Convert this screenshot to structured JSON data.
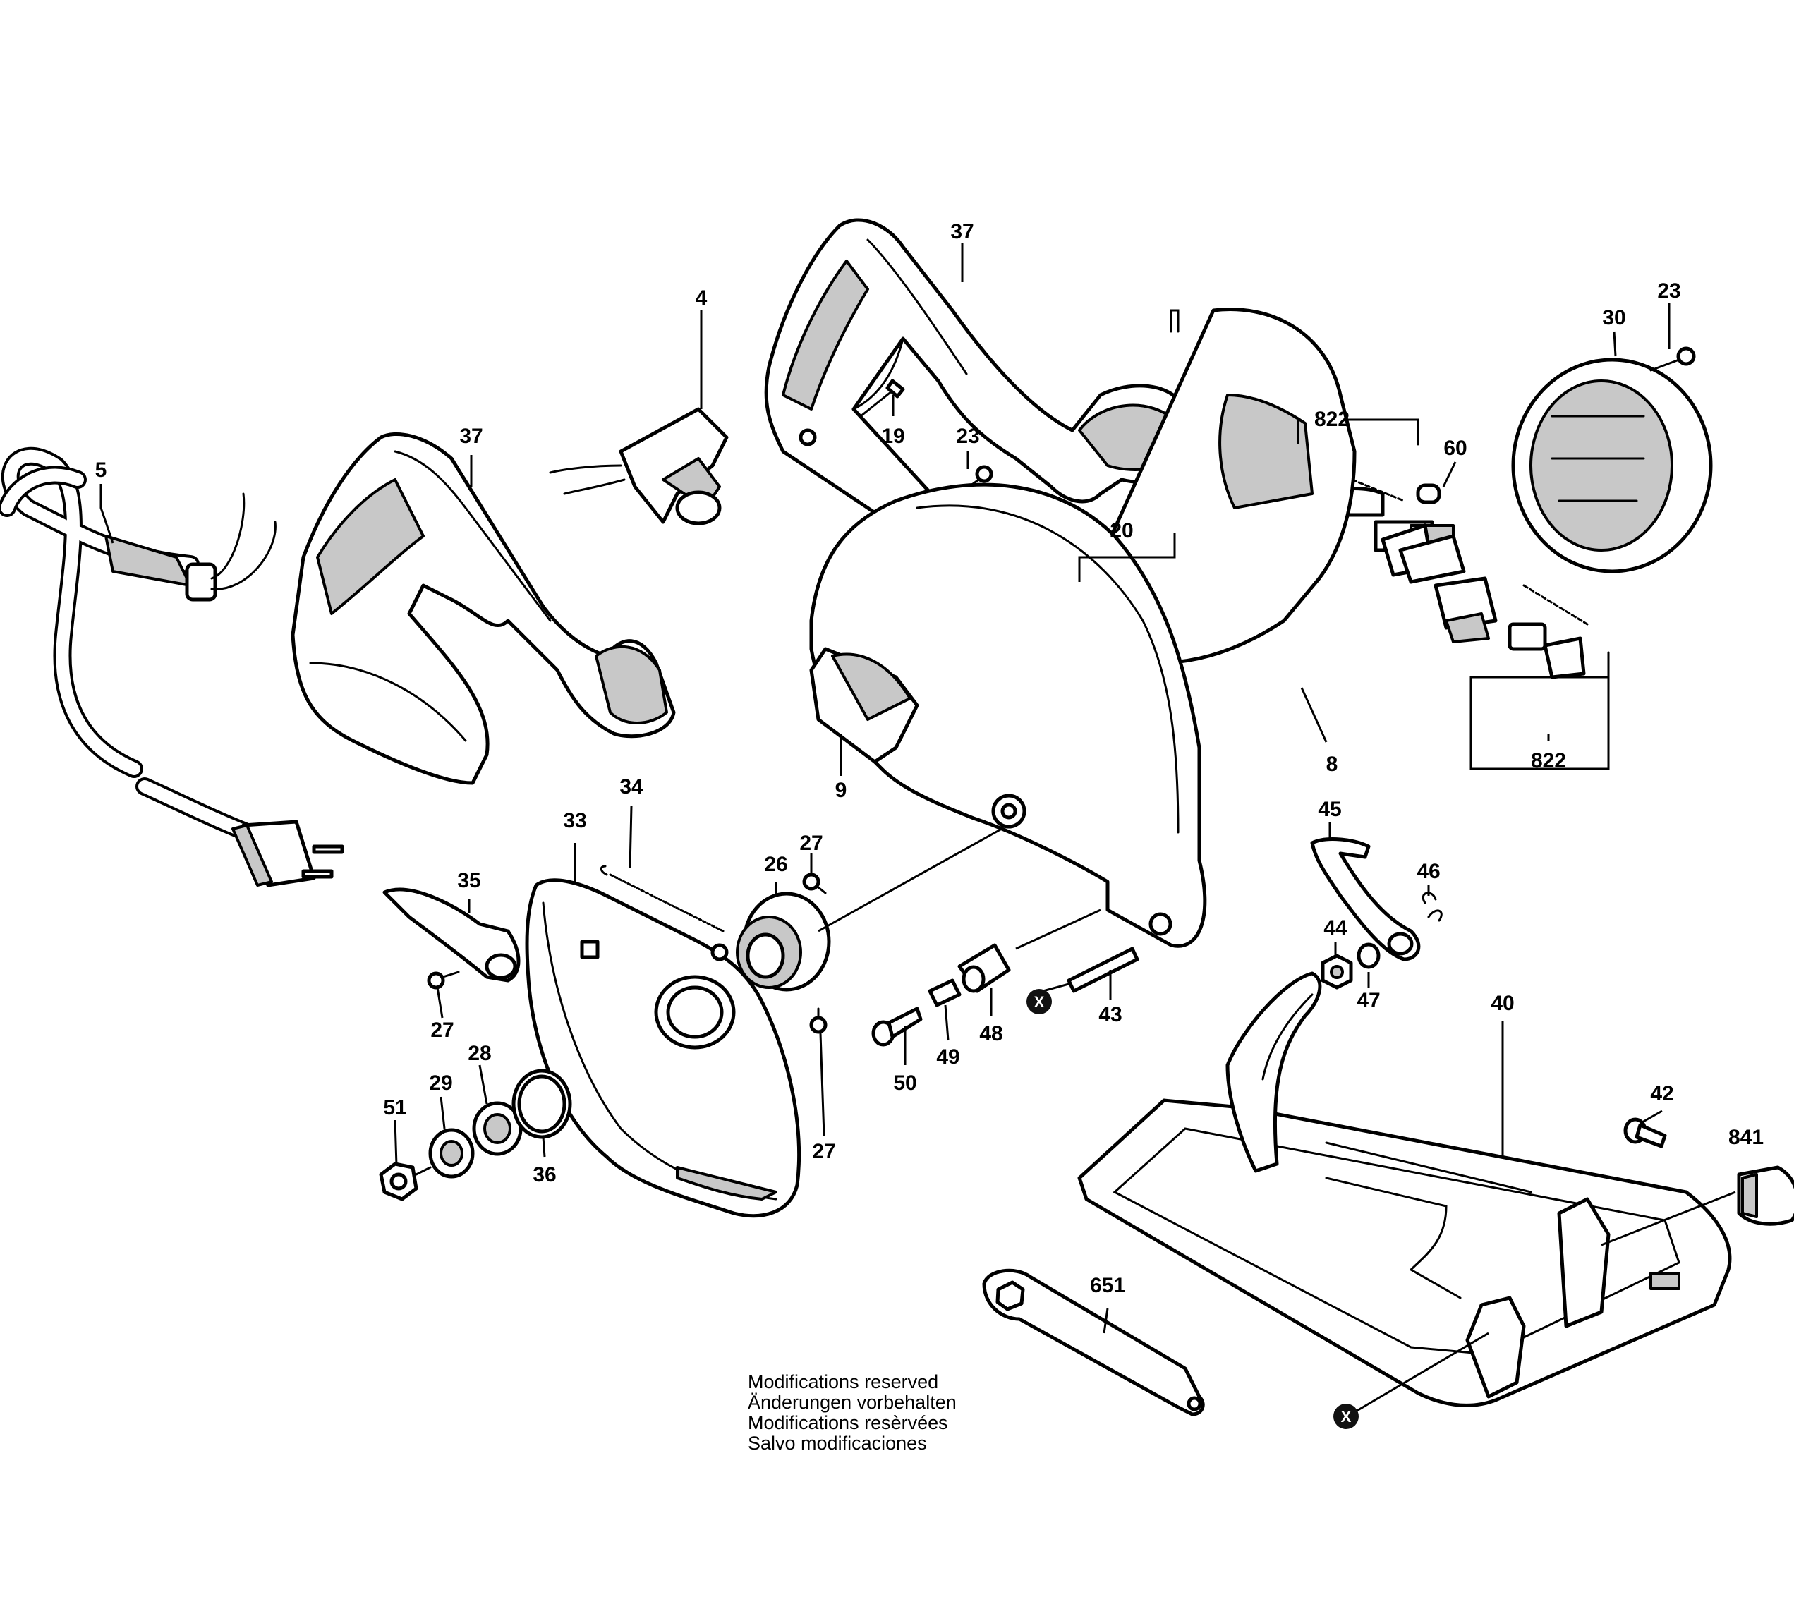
{
  "callouts": [
    {
      "id": "c-5",
      "label": "5"
    },
    {
      "id": "c-37a",
      "label": "37"
    },
    {
      "id": "c-4",
      "label": "4"
    },
    {
      "id": "c-37b",
      "label": "37"
    },
    {
      "id": "c-19",
      "label": "19"
    },
    {
      "id": "c-23a",
      "label": "23"
    },
    {
      "id": "c-23b",
      "label": "23"
    },
    {
      "id": "c-30",
      "label": "30"
    },
    {
      "id": "c-822a",
      "label": "822"
    },
    {
      "id": "c-60",
      "label": "60"
    },
    {
      "id": "c-20",
      "label": "20"
    },
    {
      "id": "c-822b",
      "label": "822"
    },
    {
      "id": "c-8",
      "label": "8"
    },
    {
      "id": "c-9",
      "label": "9"
    },
    {
      "id": "c-34",
      "label": "34"
    },
    {
      "id": "c-33",
      "label": "33"
    },
    {
      "id": "c-27a",
      "label": "27"
    },
    {
      "id": "c-26",
      "label": "26"
    },
    {
      "id": "c-35",
      "label": "35"
    },
    {
      "id": "c-27b",
      "label": "27"
    },
    {
      "id": "c-45",
      "label": "45"
    },
    {
      "id": "c-46",
      "label": "46"
    },
    {
      "id": "c-44",
      "label": "44"
    },
    {
      "id": "c-47",
      "label": "47"
    },
    {
      "id": "c-43",
      "label": "43"
    },
    {
      "id": "c-48",
      "label": "48"
    },
    {
      "id": "c-49",
      "label": "49"
    },
    {
      "id": "c-50",
      "label": "50"
    },
    {
      "id": "c-27c",
      "label": "27"
    },
    {
      "id": "c-28",
      "label": "28"
    },
    {
      "id": "c-29",
      "label": "29"
    },
    {
      "id": "c-51",
      "label": "51"
    },
    {
      "id": "c-36",
      "label": "36"
    },
    {
      "id": "c-40",
      "label": "40"
    },
    {
      "id": "c-42",
      "label": "42"
    },
    {
      "id": "c-841",
      "label": "841"
    },
    {
      "id": "c-651",
      "label": "651"
    }
  ],
  "x_markers": [
    "X",
    "X"
  ],
  "notes": [
    "Modifications reserved",
    "Änderungen vorbehalten",
    "Modifications resèrvées",
    "Salvo modificaciones"
  ]
}
